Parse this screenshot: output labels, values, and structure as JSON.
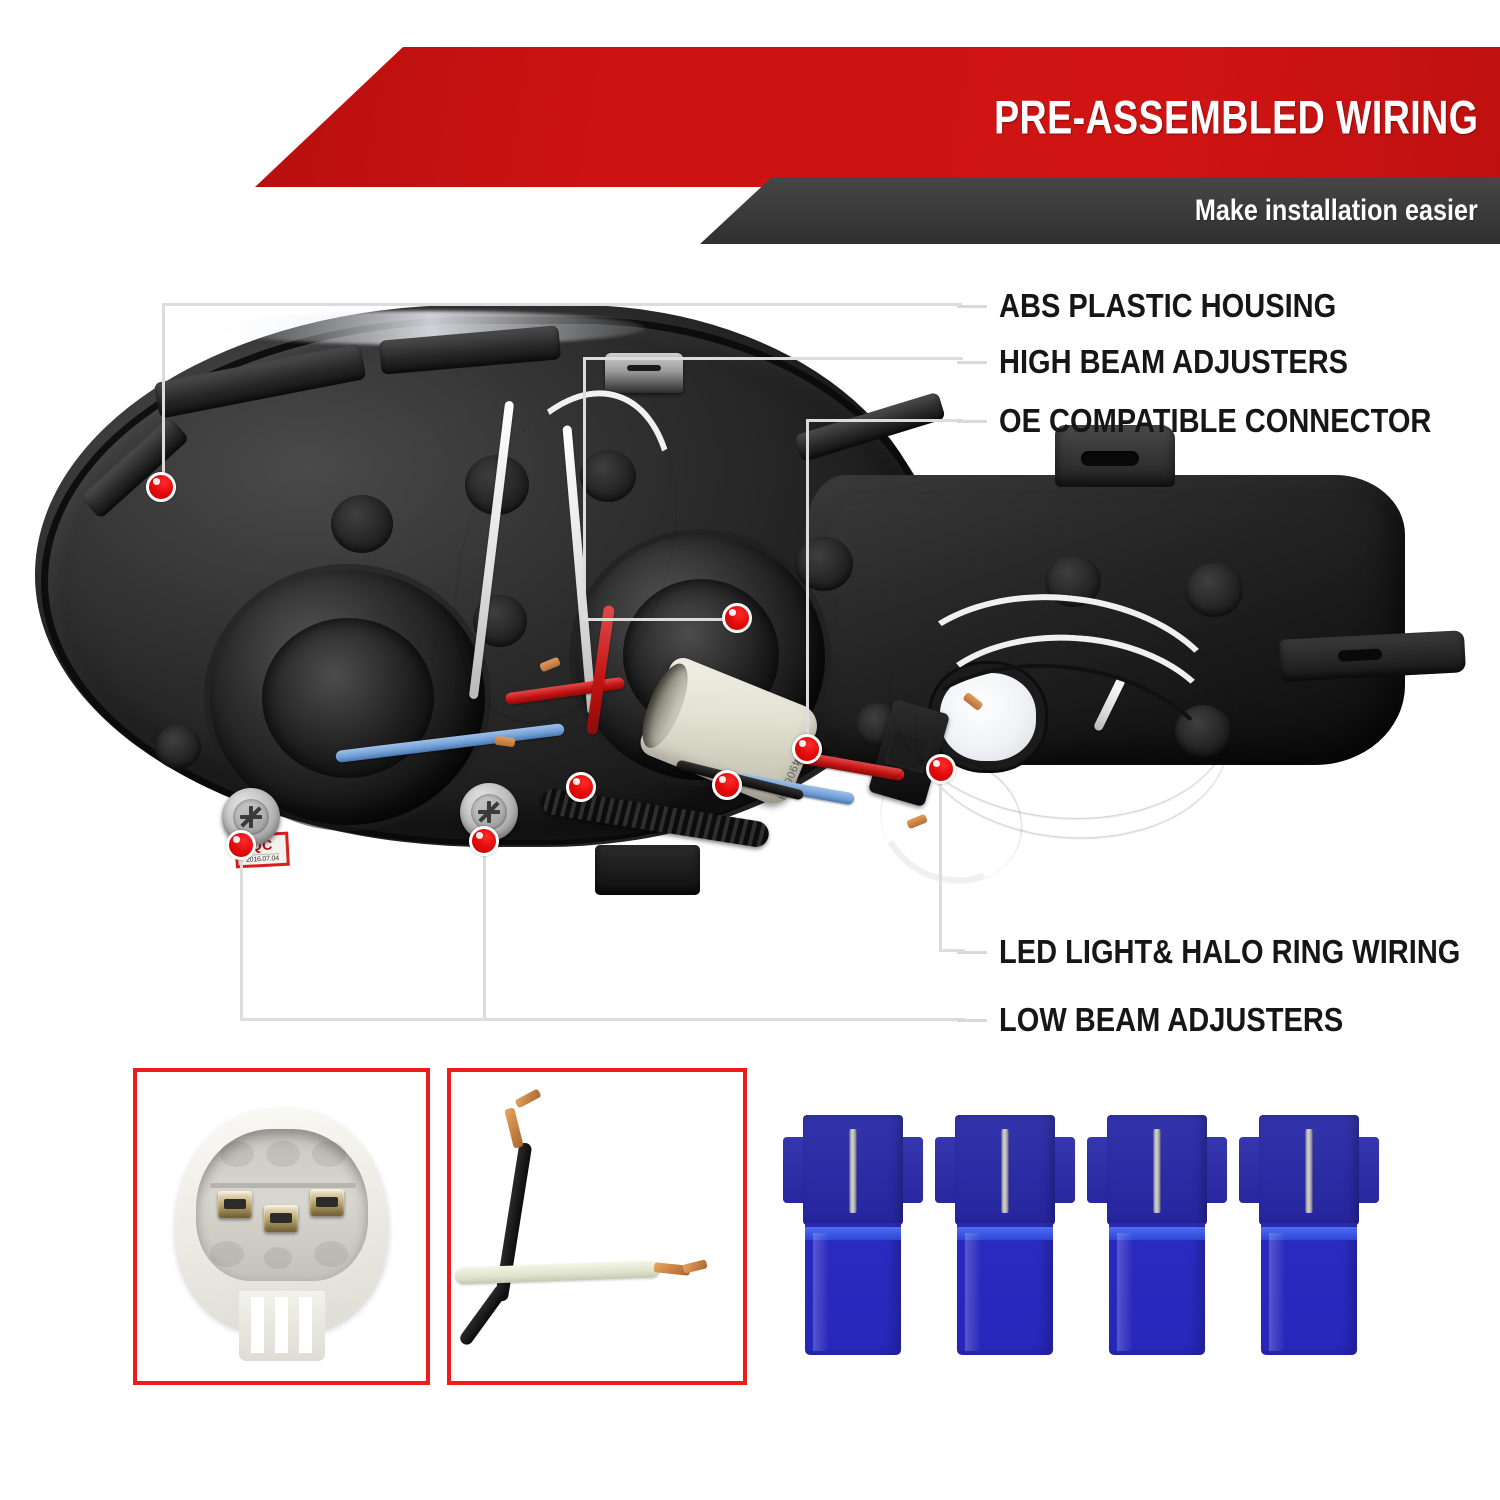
{
  "header": {
    "title": "PRE-ASSEMBLED WIRING",
    "subtitle": "Make installation easier",
    "red_color": "#cc1212",
    "dark_color": "#3a3a3a"
  },
  "callouts": {
    "top": [
      {
        "id": "abs-plastic-housing",
        "label": "ABS PLASTIC HOUSING"
      },
      {
        "id": "high-beam-adjusters",
        "label": "HIGH BEAM ADJUSTERS"
      },
      {
        "id": "oe-compatible-connector",
        "label": "OE COMPATIBLE CONNECTOR"
      }
    ],
    "bottom": [
      {
        "id": "led-light-halo-ring-wiring",
        "label": "LED LIGHT& HALO RING WIRING"
      },
      {
        "id": "low-beam-adjusters",
        "label": "LOW BEAM ADJUSTERS"
      }
    ]
  },
  "product": {
    "qc_sticker": {
      "title": "QC",
      "date": "2016.07.04"
    },
    "connector_code": "H4906CH",
    "marker_color": "#e30b0b",
    "leader_color": "#dcdcdc"
  },
  "detail_photos": [
    {
      "id": "oe-connector-socket-photo",
      "border_color": "#ee1c1c"
    },
    {
      "id": "stripped-wire-ends-photo",
      "border_color": "#ee1c1c"
    }
  ],
  "accessories": {
    "id": "quick-splice-connectors",
    "count": 4,
    "color": "#2727bc"
  }
}
